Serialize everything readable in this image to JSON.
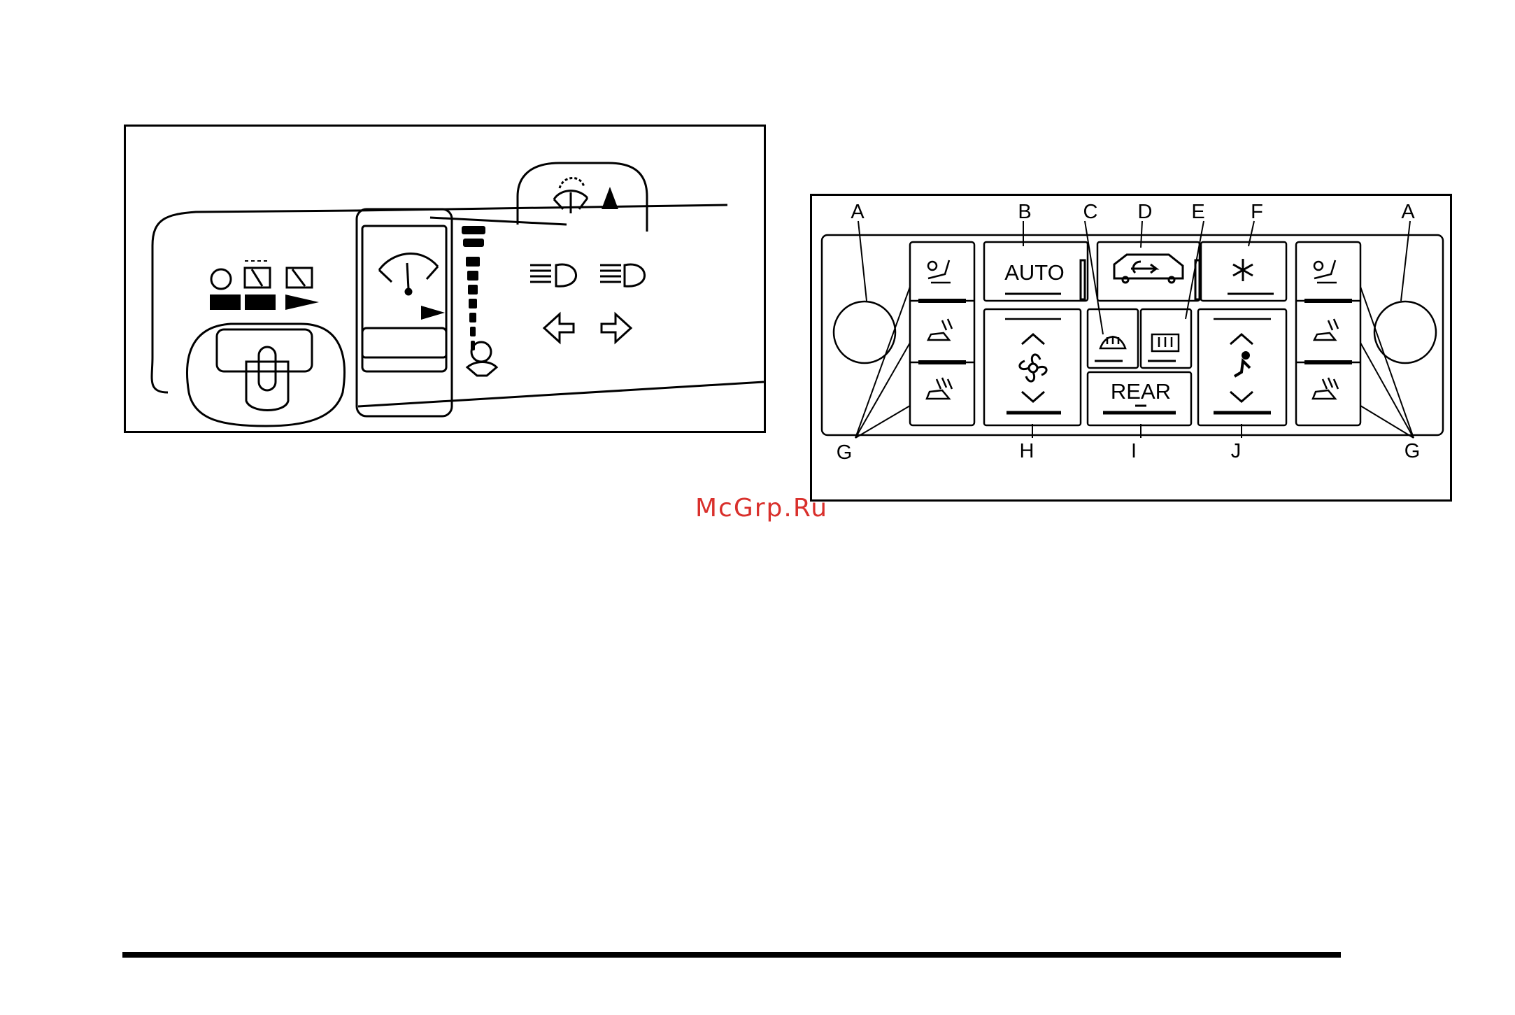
{
  "figure1": {
    "icons": [
      "washer-icon",
      "warning-triangle-icon",
      "wiper-dial-icon",
      "mist-icon",
      "intermittent-wiper-icon",
      "wiper-icon",
      "low-beam-icon",
      "high-beam-icon",
      "left-arrow-icon",
      "right-arrow-icon"
    ]
  },
  "figure2": {
    "labels": {
      "A": "A",
      "B": "B",
      "C": "C",
      "D": "D",
      "E": "E",
      "F": "F",
      "G": "G",
      "H": "H",
      "I": "I",
      "J": "J"
    },
    "buttons": {
      "auto": "AUTO",
      "rear": "REAR"
    },
    "icons": [
      "heated-seat-fan-icon",
      "seat-heat-low-icon",
      "seat-heat-high-icon",
      "recirculation-icon",
      "front-defrost-icon",
      "rear-defrost-icon",
      "ac-snowflake-icon",
      "fan-icon",
      "chevron-up-icon",
      "chevron-down-icon",
      "air-passenger-icon"
    ]
  },
  "watermark": "McGrp.Ru"
}
